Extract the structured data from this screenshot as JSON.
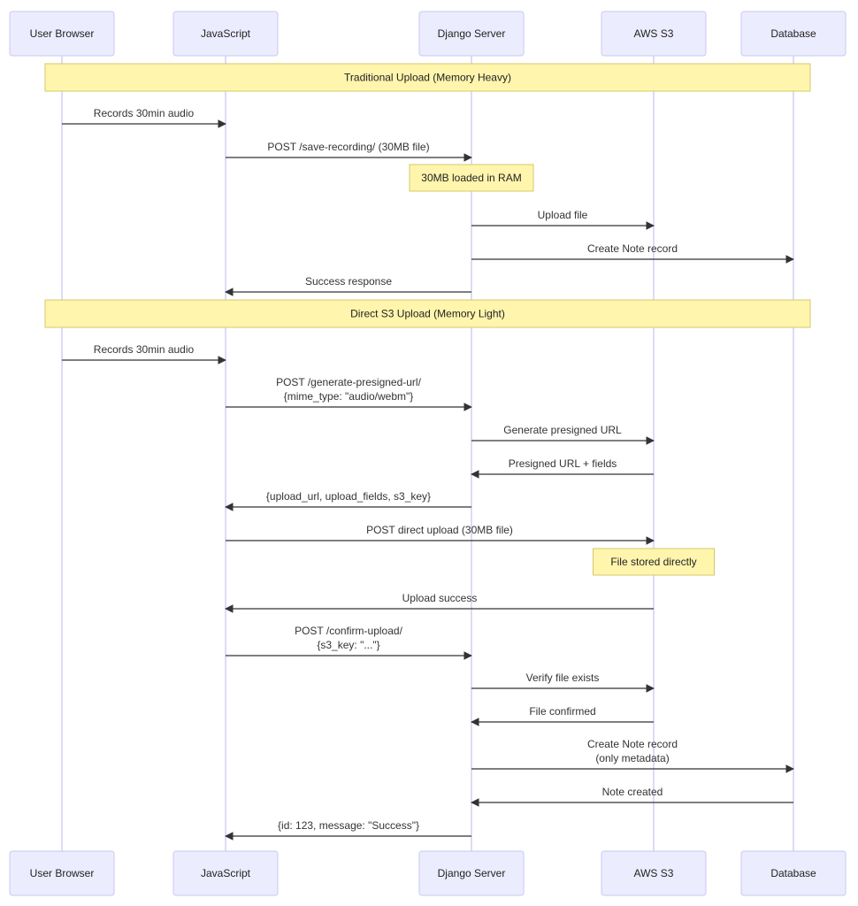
{
  "participants": [
    {
      "id": "browser",
      "label": "User Browser"
    },
    {
      "id": "js",
      "label": "JavaScript"
    },
    {
      "id": "django",
      "label": "Django Server"
    },
    {
      "id": "s3",
      "label": "AWS S3"
    },
    {
      "id": "db",
      "label": "Database"
    }
  ],
  "sections": [
    {
      "id": "traditional",
      "label": "Traditional Upload (Memory Heavy)"
    },
    {
      "id": "direct",
      "label": "Direct S3 Upload (Memory Light)"
    }
  ],
  "notes": [
    {
      "id": "ram",
      "text": "30MB loaded in RAM",
      "over": "django"
    },
    {
      "id": "stored",
      "text": "File stored directly",
      "over": "s3"
    }
  ],
  "messages": [
    {
      "from": "browser",
      "to": "js",
      "lines": [
        "Records 30min audio"
      ]
    },
    {
      "from": "js",
      "to": "django",
      "lines": [
        "POST /save-recording/ (30MB file)"
      ]
    },
    {
      "from": "django",
      "to": "s3",
      "lines": [
        "Upload file"
      ]
    },
    {
      "from": "django",
      "to": "db",
      "lines": [
        "Create Note record"
      ]
    },
    {
      "from": "django",
      "to": "js",
      "lines": [
        "Success response"
      ]
    },
    {
      "from": "browser",
      "to": "js",
      "lines": [
        "Records 30min audio"
      ]
    },
    {
      "from": "js",
      "to": "django",
      "lines": [
        "POST /generate-presigned-url/",
        "{mime_type: \"audio/webm\"}"
      ]
    },
    {
      "from": "django",
      "to": "s3",
      "lines": [
        "Generate presigned URL"
      ]
    },
    {
      "from": "s3",
      "to": "django",
      "lines": [
        "Presigned URL + fields"
      ]
    },
    {
      "from": "django",
      "to": "js",
      "lines": [
        "{upload_url, upload_fields, s3_key}"
      ]
    },
    {
      "from": "js",
      "to": "s3",
      "lines": [
        "POST direct upload (30MB file)"
      ]
    },
    {
      "from": "s3",
      "to": "js",
      "lines": [
        "Upload success"
      ]
    },
    {
      "from": "js",
      "to": "django",
      "lines": [
        "POST /confirm-upload/",
        "{s3_key: \"...\"}"
      ]
    },
    {
      "from": "django",
      "to": "s3",
      "lines": [
        "Verify file exists"
      ]
    },
    {
      "from": "s3",
      "to": "django",
      "lines": [
        "File confirmed"
      ]
    },
    {
      "from": "django",
      "to": "db",
      "lines": [
        "Create Note record",
        "(only metadata)"
      ]
    },
    {
      "from": "db",
      "to": "django",
      "lines": [
        "Note created"
      ]
    },
    {
      "from": "django",
      "to": "js",
      "lines": [
        "{id: 123, message: \"Success\"}"
      ]
    }
  ]
}
